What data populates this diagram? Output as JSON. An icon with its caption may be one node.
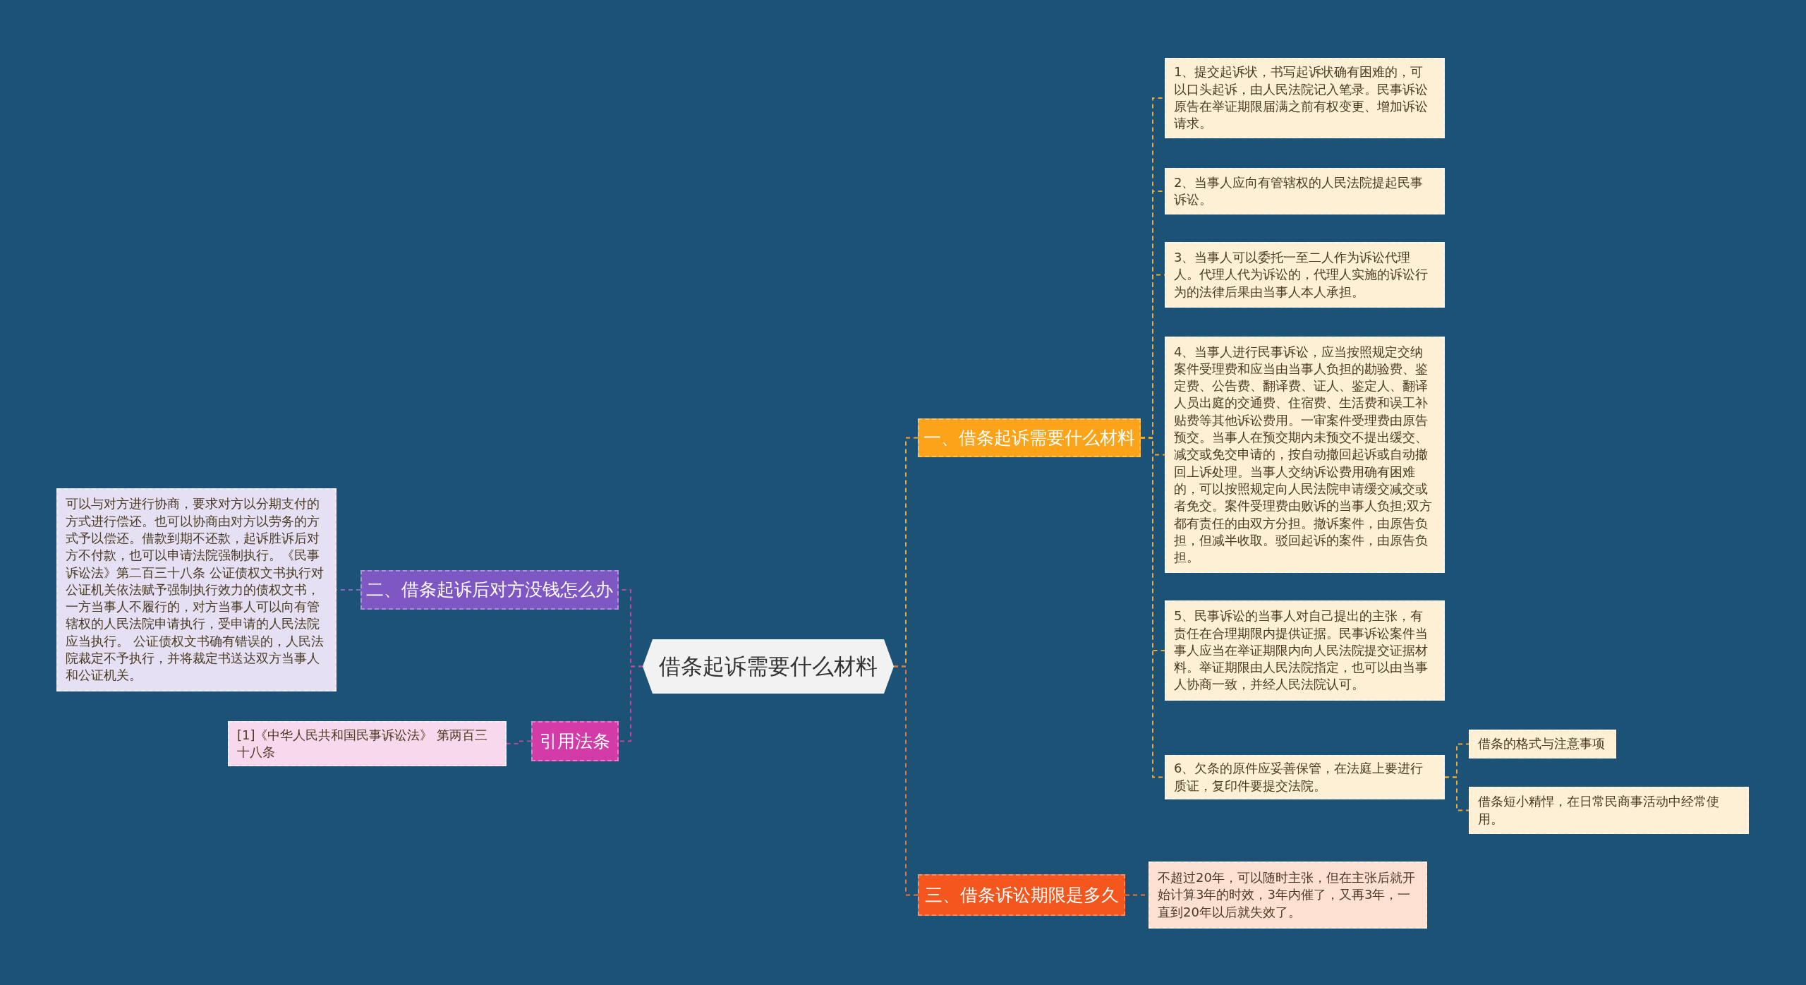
{
  "diagram": {
    "nodes": [
      {
        "text": [
          "借条起诉需要什么材料"
        ]
      },
      {
        "text": [
          "一、借条起诉需要什么材料"
        ]
      },
      {
        "text": [
          "1、提交起诉状，书写起诉状确有困难的，可以口头起诉，由人民法院记入笔录。民事诉讼原告在举证期限届满之前有权变更、增加诉讼请求。"
        ]
      },
      {
        "text": [
          "2、当事人应向有管辖权的人民法院提起民事诉讼。"
        ]
      },
      {
        "text": [
          "3、当事人可以委托一至二人作为诉讼代理人。代理人代为诉讼的，代理人实施的诉讼行为的法律后果由当事人本人承担。"
        ]
      },
      {
        "text": [
          "4、当事人进行民事诉讼，应当按照规定交纳案件受理费和应当由当事人负担的勘验费、鉴定费、公告费、翻译费、证人、鉴定人、翻译人员出庭的交通费、住宿费、生活费和误工补贴费等其他诉讼费用。一审案件受理费由原告预交。当事人在预交期内未预交不提出缓交、减交或免交申请的，按自动撤回起诉或自动撤回上诉处理。当事人交纳诉讼费用确有困难的，可以按照规定向人民法院申请缓交减交或者免交。案件受理费由败诉的当事人负担;双方都有责任的由双方分担。撤诉案件，由原告负担，但减半收取。驳回起诉的案件，由原告负担。"
        ]
      },
      {
        "text": [
          "5、民事诉讼的当事人对自己提出的主张，有责任在合理期限内提供证据。民事诉讼案件当事人应当在举证期限内向人民法院提交证据材料。举证期限由人民法院指定，也可以由当事人协商一致，并经人民法院认可。"
        ]
      },
      {
        "text": [
          "6、欠条的原件应妥善保管，在法庭上要进行质证，复印件要提交法院。"
        ]
      },
      {
        "text": [
          "借条的格式与注意事项"
        ]
      },
      {
        "text": [
          "借条短小精悍，在日常民商事活动中经常使用。"
        ]
      },
      {
        "text": [
          "二、借条起诉后对方没钱怎么办"
        ]
      },
      {
        "text": [
          "可以与对方进行协商，要求对方以分期支付的方式进行偿还。也可以协商由对方以劳务的方式予以偿还。借款到期不还款，起诉胜诉后对方不付款，也可以申请法院强制执行。《民事诉讼法》第二百三十八条 公证债权文书执行对公证机关依法赋予强制执行效力的债权文书，一方当事人不履行的，对方当事人可以向有管辖权的人民法院申请执行，受申请的人民法院应当执行。 公证债权文书确有错误的，人民法院裁定不予执行，并将裁定书送达双方当事人和公证机关。"
        ]
      },
      {
        "text": [
          "引用法条"
        ]
      },
      {
        "text": [
          "[1]《中华人民共和国民事诉讼法》 第两百三十八条"
        ]
      },
      {
        "text": [
          "三、借条诉讼期限是多久"
        ]
      },
      {
        "text": [
          "不超过20年，可以随时主张，但在主张后就开始计算3年的时效，3年内催了，又再3年，一直到20年以后就失效了。"
        ]
      }
    ],
    "edges": [
      {
        "from": 0,
        "to": 1,
        "arrow": "none",
        "style": "dashed",
        "color": "#f0a830"
      },
      {
        "from": 1,
        "to": 2,
        "arrow": "none",
        "style": "dashed",
        "color": "#f0a830"
      },
      {
        "from": 1,
        "to": 3,
        "arrow": "none",
        "style": "dashed",
        "color": "#f0a830"
      },
      {
        "from": 1,
        "to": 4,
        "arrow": "none",
        "style": "dashed",
        "color": "#f0a830"
      },
      {
        "from": 1,
        "to": 5,
        "arrow": "none",
        "style": "dashed",
        "color": "#f0a830"
      },
      {
        "from": 1,
        "to": 6,
        "arrow": "none",
        "style": "dashed",
        "color": "#f0a830"
      },
      {
        "from": 1,
        "to": 7,
        "arrow": "none",
        "style": "dashed",
        "color": "#f0a830"
      },
      {
        "from": 7,
        "to": 8,
        "arrow": "none",
        "style": "dashed",
        "color": "#f0a830"
      },
      {
        "from": 7,
        "to": 9,
        "arrow": "none",
        "style": "dashed",
        "color": "#f0a830"
      },
      {
        "from": 0,
        "to": 10,
        "arrow": "none",
        "style": "dashed",
        "color": "#c0479f"
      },
      {
        "from": 10,
        "to": 11,
        "arrow": "none",
        "style": "dashed",
        "color": "#8e63c7"
      },
      {
        "from": 0,
        "to": 12,
        "arrow": "none",
        "style": "dashed",
        "color": "#c0479f"
      },
      {
        "from": 12,
        "to": 13,
        "arrow": "none",
        "style": "dashed",
        "color": "#c0479f"
      },
      {
        "from": 0,
        "to": 14,
        "arrow": "none",
        "style": "dashed",
        "color": "#e8763b"
      },
      {
        "from": 14,
        "to": 15,
        "arrow": "none",
        "style": "dashed",
        "color": "#e8763b"
      }
    ]
  }
}
